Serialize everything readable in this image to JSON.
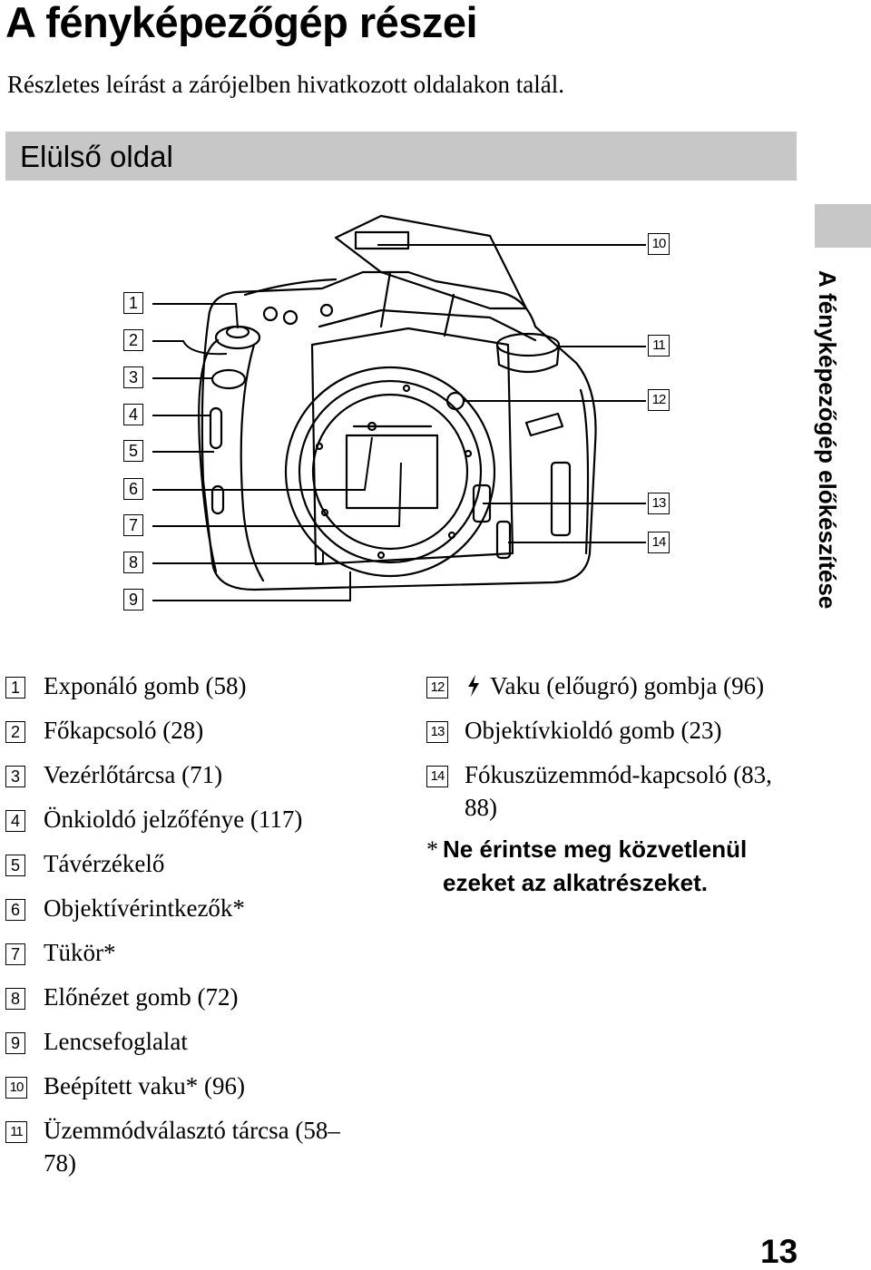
{
  "header": {
    "title": "A fényképezőgép részei",
    "subtitle": "Részletes leírást a zárójelben hivatkozott oldalakon talál."
  },
  "section": {
    "title": "Elülső oldal"
  },
  "side_tab": {
    "text": "A fényképezőgép előkészítése"
  },
  "figure": {
    "left_callouts": [
      "1",
      "2",
      "3",
      "4",
      "5",
      "6",
      "7",
      "8",
      "9"
    ],
    "right_callouts": [
      "10",
      "11",
      "12",
      "13",
      "14"
    ]
  },
  "parts_left": [
    {
      "num": "1",
      "text": "Exponáló gomb (58)"
    },
    {
      "num": "2",
      "text": "Főkapcsoló (28)"
    },
    {
      "num": "3",
      "text": "Vezérlőtárcsa (71)"
    },
    {
      "num": "4",
      "text": "Önkioldó jelzőfénye (117)"
    },
    {
      "num": "5",
      "text": "Távérzékelő"
    },
    {
      "num": "6",
      "text": "Objektívérintkezők*"
    },
    {
      "num": "7",
      "text": "Tükör*"
    },
    {
      "num": "8",
      "text": "Előnézet gomb (72)"
    },
    {
      "num": "9",
      "text": "Lencsefoglalat"
    },
    {
      "num": "10",
      "text": "Beépített vaku* (96)"
    },
    {
      "num": "11",
      "text": "Üzemmódválasztó tárcsa (58–78)"
    }
  ],
  "parts_right": [
    {
      "num": "12",
      "text": "Vaku (előugró) gombja (96)"
    },
    {
      "num": "13",
      "text": "Objektívkioldó gomb (23)"
    },
    {
      "num": "14",
      "text": "Fókuszüzemmód-kapcsoló (83, 88)"
    }
  ],
  "note": {
    "star": "*",
    "text": "Ne érintse meg közvetlenül ezeket az alkatrészeket."
  },
  "page_number": "13"
}
